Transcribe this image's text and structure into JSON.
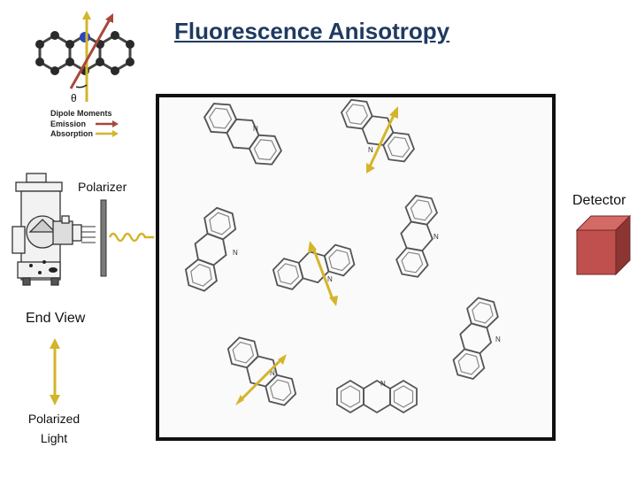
{
  "title": "Fluorescence Anisotropy",
  "labels": {
    "polarizer": "Polarizer",
    "detector": "Detector",
    "end_view": "End View",
    "polarized_light": "Polarized Light",
    "theta": "θ"
  },
  "legend": {
    "heading": "Dipole Moments",
    "emission": "Emission",
    "absorption": "Absorption"
  },
  "molecules": [
    {
      "label": "N"
    },
    {
      "label": "N"
    },
    {
      "label": "N"
    },
    {
      "label": "N"
    },
    {
      "label": "N"
    },
    {
      "label": "N"
    },
    {
      "label": "N"
    },
    {
      "label": "N"
    }
  ],
  "colors": {
    "title": "#1f3a60",
    "absorption_arrow": "#d4b52a",
    "emission_arrow": "#a8483c",
    "detector_front": "#c0504d",
    "detector_top": "#d46a66",
    "detector_side": "#8c3532"
  }
}
